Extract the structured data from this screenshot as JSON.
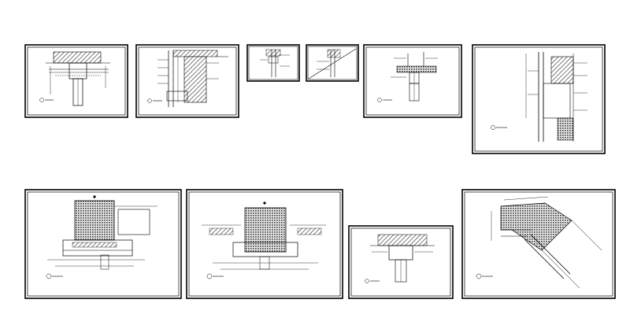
{
  "canvas": {
    "background": "#ffffff",
    "ink": "#000000",
    "hatch": "#555555"
  },
  "sheets": [
    {
      "id": "s1",
      "kind": "wall-anchor-detail",
      "bordered": true
    },
    {
      "id": "s2",
      "kind": "vertical-section",
      "bordered": true
    },
    {
      "id": "s3",
      "kind": "small-detail",
      "bordered": true
    },
    {
      "id": "s4",
      "kind": "small-detail-diag",
      "bordered": true
    },
    {
      "id": "s5",
      "kind": "anchor-detail",
      "bordered": true
    },
    {
      "id": "s6",
      "kind": "tall-section",
      "bordered": true
    },
    {
      "id": "s7",
      "kind": "column-plan-left",
      "bordered": true
    },
    {
      "id": "s8",
      "kind": "column-plan-center",
      "bordered": true
    },
    {
      "id": "s9",
      "kind": "anchor-detail",
      "bordered": true
    },
    {
      "id": "s10",
      "kind": "rotated-corner-plan",
      "bordered": true
    }
  ]
}
